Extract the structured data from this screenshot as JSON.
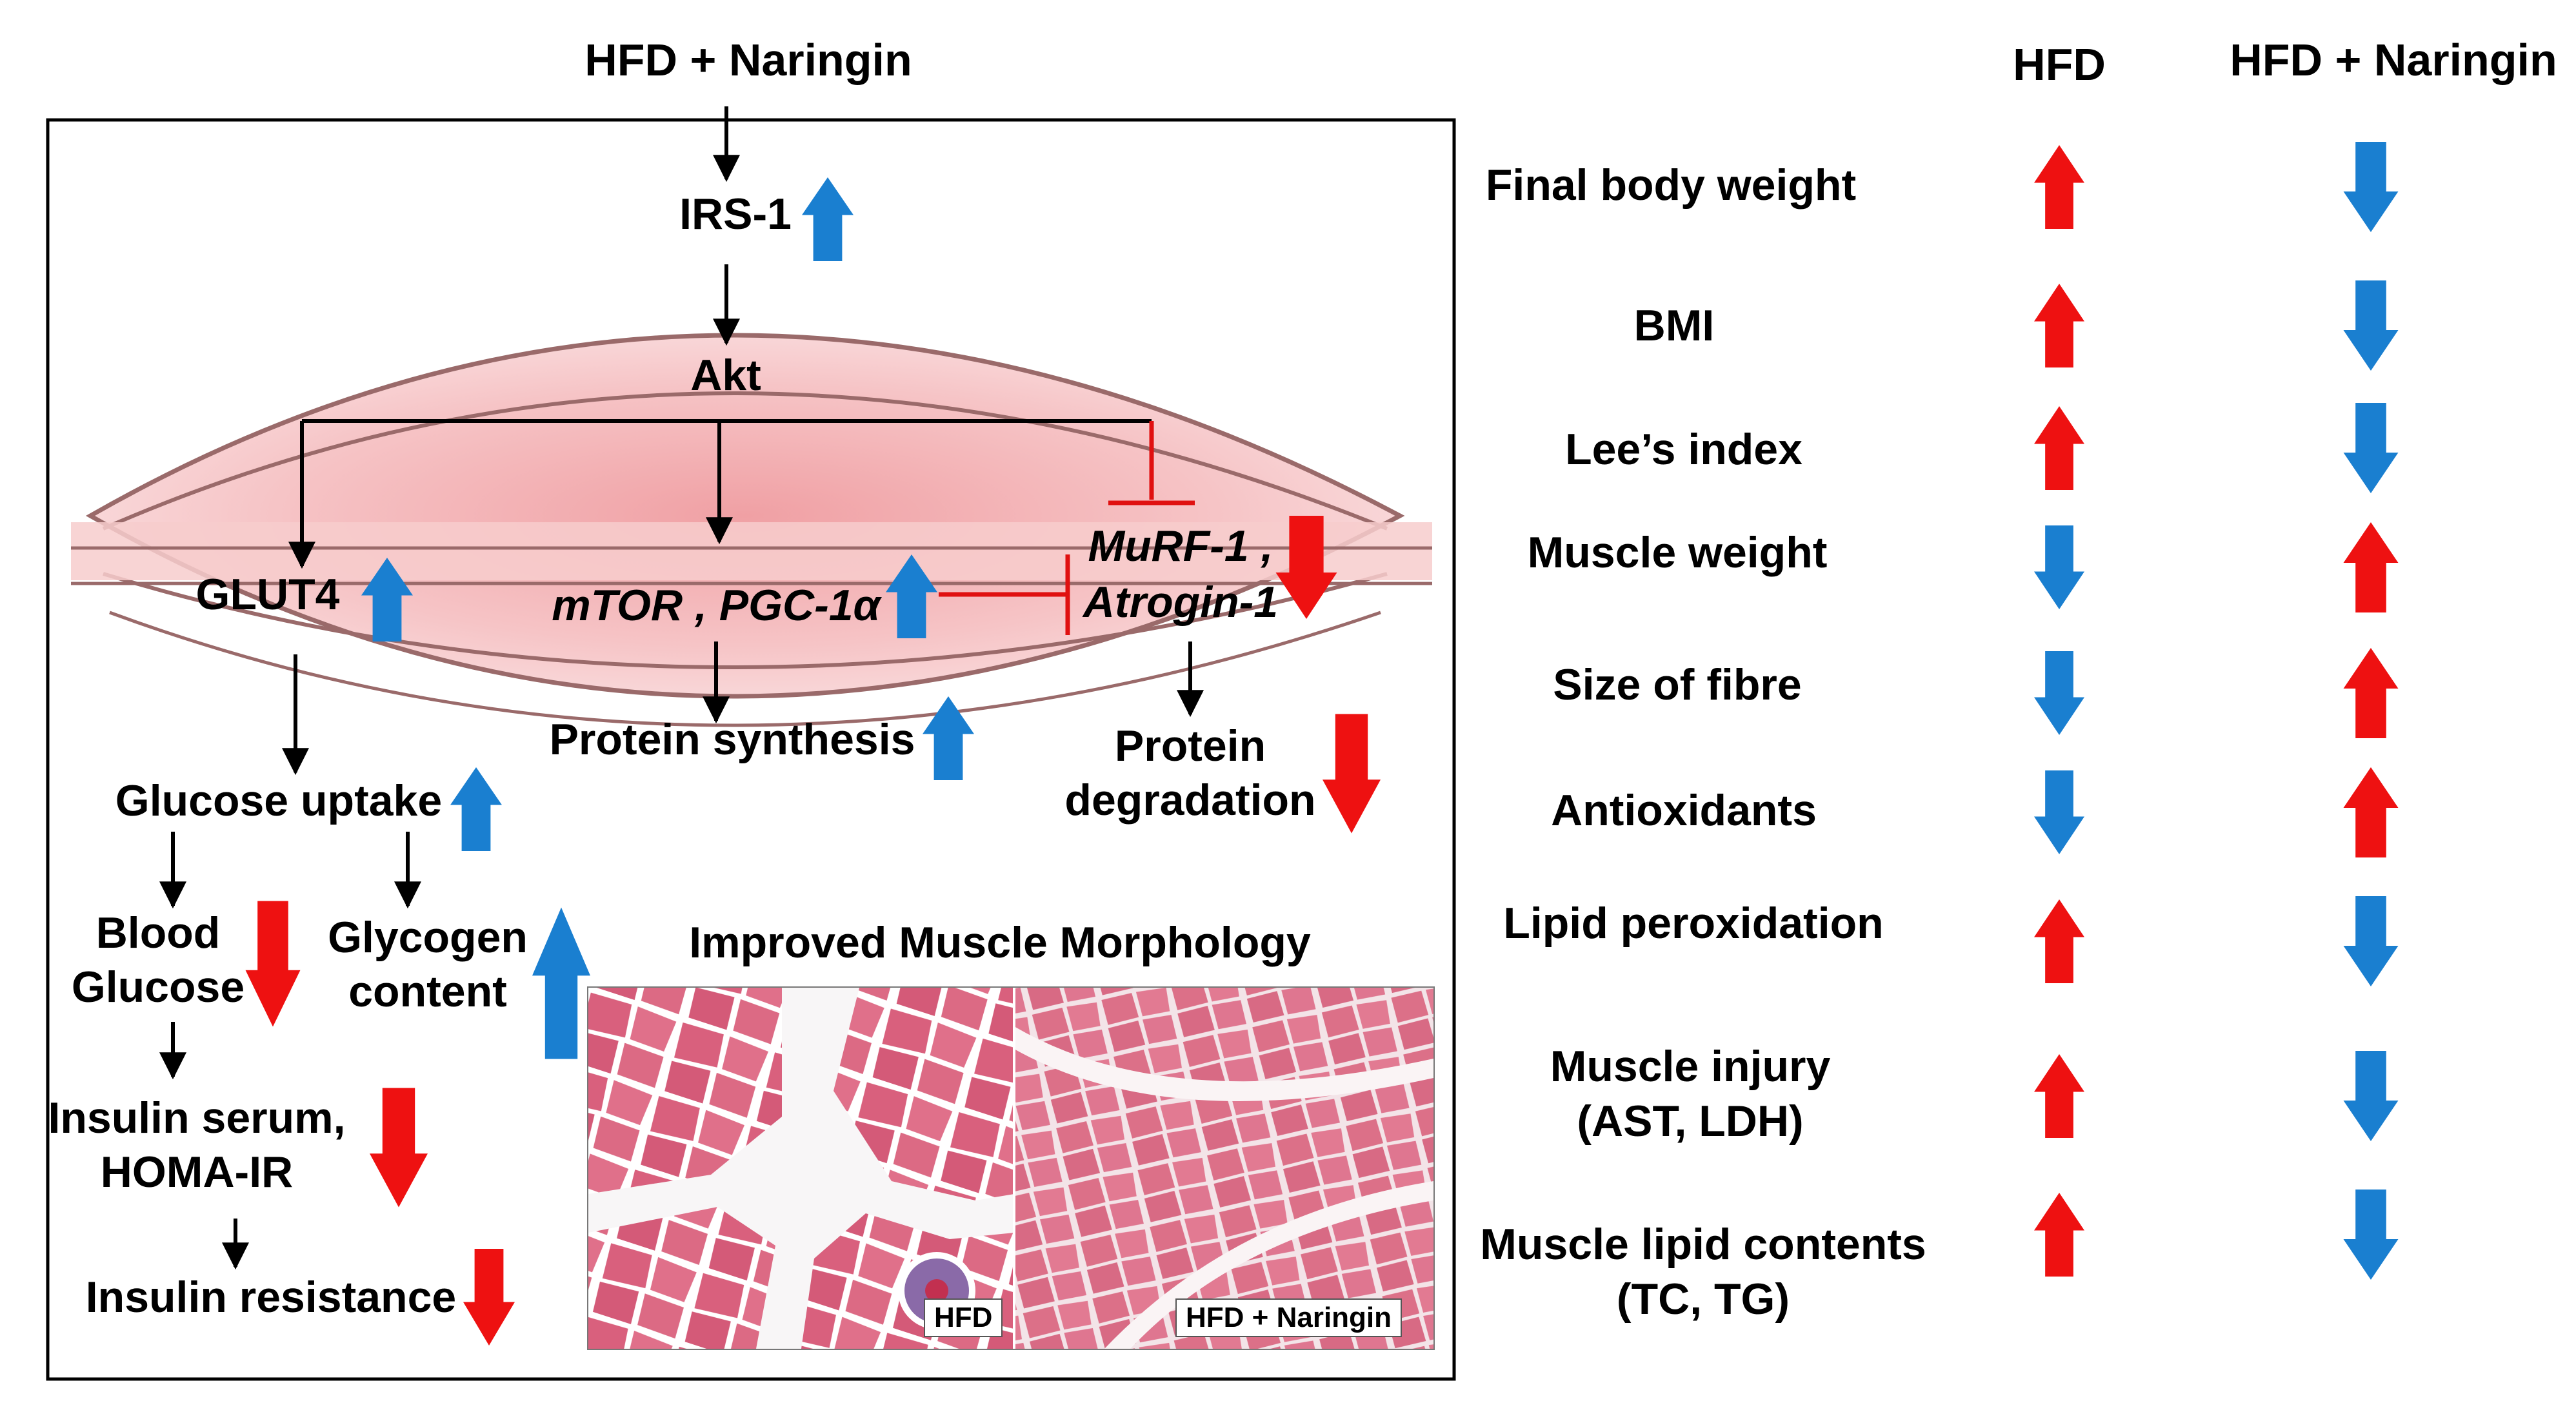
{
  "colors": {
    "up_arrow_blue": "#1a7fd0",
    "down_arrow_red": "#ee1111",
    "muscle_pink": "#f3b8b8",
    "line_black": "#000000",
    "inhibit_red": "#e01010"
  },
  "pathway": {
    "treatment": "HFD + Naringin",
    "irs1": "IRS-1",
    "akt": "Akt",
    "glut4": "GLUT4",
    "mtor_pgc": "mTOR , PGC-1α",
    "murf_line1": "MuRF-1 ,",
    "murf_line2": "Atrogin-1",
    "protein_synthesis": "Protein synthesis",
    "protein_degradation_1": "Protein",
    "protein_degradation_2": "degradation",
    "glucose_uptake": "Glucose uptake",
    "blood_glucose_1": "Blood",
    "blood_glucose_2": "Glucose",
    "glycogen_1": "Glycogen",
    "glycogen_2": "content",
    "insulin_serum_1": "Insulin serum,",
    "insulin_serum_2": "HOMA-IR",
    "insulin_resistance": "Insulin resistance",
    "morphology_title": "Improved  Muscle Morphology",
    "panel_hfd": "HFD",
    "panel_hfd_naringin": "HFD + Naringin"
  },
  "table": {
    "col_hfd": "HFD",
    "col_hfd_naringin": "HFD + Naringin",
    "rows": [
      {
        "label": [
          "Final body weight"
        ],
        "hfd": "up",
        "naringin": "down"
      },
      {
        "label": [
          "BMI"
        ],
        "hfd": "up",
        "naringin": "down"
      },
      {
        "label": [
          "Lee’s index"
        ],
        "hfd": "up",
        "naringin": "down"
      },
      {
        "label": [
          "Muscle weight"
        ],
        "hfd": "down",
        "naringin": "up"
      },
      {
        "label": [
          "Size of fibre"
        ],
        "hfd": "down",
        "naringin": "up"
      },
      {
        "label": [
          "Antioxidants"
        ],
        "hfd": "down",
        "naringin": "up"
      },
      {
        "label": [
          "Lipid peroxidation"
        ],
        "hfd": "up",
        "naringin": "down"
      },
      {
        "label": [
          "Muscle injury",
          "(AST, LDH)"
        ],
        "hfd": "up",
        "naringin": "down"
      },
      {
        "label": [
          "Muscle lipid contents",
          "(TC, TG)"
        ],
        "hfd": "up",
        "naringin": "down"
      }
    ]
  }
}
